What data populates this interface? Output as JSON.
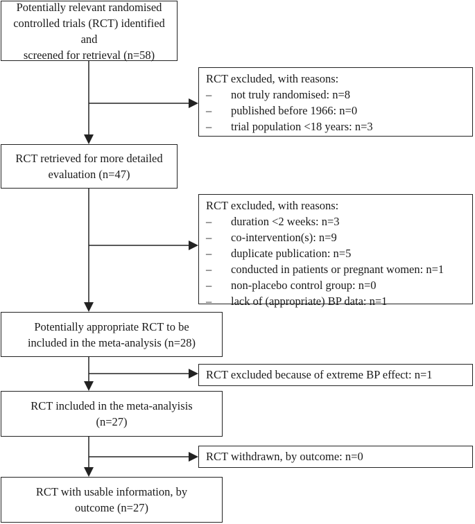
{
  "main_boxes": [
    {
      "line1": "Potentially relevant randomised",
      "line2": "controlled trials (RCT) identified and",
      "line3": "screened for retrieval (n=58)"
    },
    {
      "line1": "RCT retrieved for more detailed",
      "line2": "evaluation (n=47)"
    },
    {
      "line1": "Potentially appropriate RCT to be",
      "line2": "included in the meta-analysis (n=28)"
    },
    {
      "line1": "RCT included in the meta-analyisis",
      "line2": "(n=27)"
    },
    {
      "line1": "RCT with usable information, by",
      "line2": "outcome (n=27)"
    }
  ],
  "exclusions": [
    {
      "heading": "RCT excluded, with reasons:",
      "reasons": [
        {
          "dash": "–",
          "text": "not truly randomised: n=8"
        },
        {
          "dash": "–",
          "text": "published before 1966: n=0"
        },
        {
          "dash": "–",
          "text": "trial population <18 years: n=3"
        }
      ]
    },
    {
      "heading": "RCT excluded, with reasons:",
      "reasons": [
        {
          "dash": "–",
          "text": "duration <2 weeks: n=3"
        },
        {
          "dash": "–",
          "text": "co-intervention(s): n=9"
        },
        {
          "dash": "–",
          "text": "duplicate publication: n=5"
        },
        {
          "dash": "–",
          "text": "conducted in patients or pregnant women: n=1"
        },
        {
          "dash": "–",
          "text": "non-placebo control group: n=0"
        },
        {
          "dash": "–",
          "text": "lack of (appropriate) BP data: n=1"
        }
      ]
    },
    {
      "heading": "RCT excluded because of extreme BP effect: n=1"
    },
    {
      "heading": "RCT withdrawn, by outcome: n=0"
    }
  ]
}
